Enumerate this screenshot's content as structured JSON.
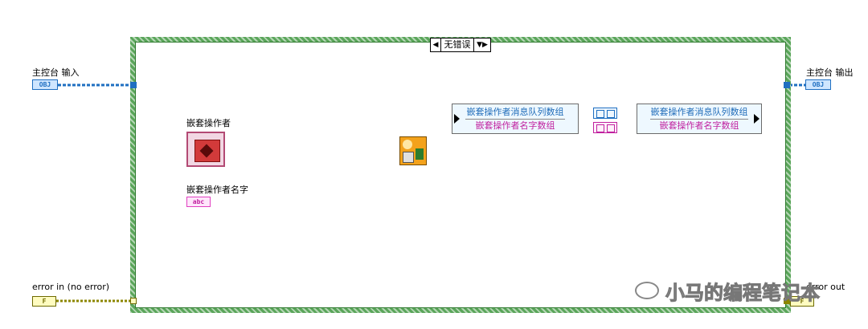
{
  "labels": {
    "console_in": "主控台 输入",
    "console_out": "主控台 输出",
    "nested_actor": "嵌套操作者",
    "nested_actor_name": "嵌套操作者名字",
    "error_in": "error in (no error)",
    "error_out": "error out"
  },
  "case_selector": {
    "value": "无错误",
    "left_arrow": "◀",
    "right_arrow": "▼▶"
  },
  "terminals": {
    "obj_in": "OBJ",
    "obj_out": "OBJ",
    "abc": "abc",
    "err_in": "F",
    "err_out": "F"
  },
  "bundles": {
    "left": {
      "field1": "嵌套操作者消息队列数组",
      "field2": "嵌套操作者名字数组"
    },
    "right": {
      "field1": "嵌套操作者消息队列数组",
      "field2": "嵌套操作者名字数组"
    }
  },
  "watermark": "小马的编程笔记本",
  "colors": {
    "case_border": "#5aa55a",
    "object_wire": "#1f6fc1",
    "string_wire": "#e040c0",
    "error_wire": "#8c8600"
  }
}
